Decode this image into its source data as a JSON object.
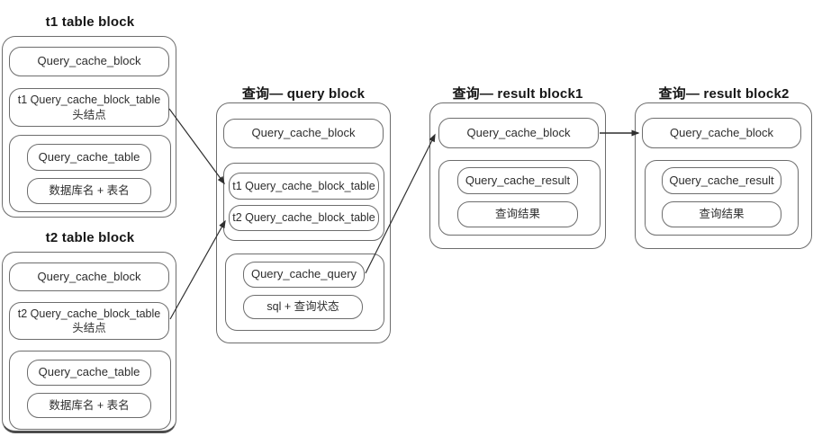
{
  "colors": {
    "background": "#ffffff",
    "border": "#6d6d6d",
    "arrow": "#2f2f2f",
    "text": "#2d2d2d",
    "title": "#161616"
  },
  "t1_block": {
    "title": "t1 table block",
    "query_cache_block": "Query_cache_block",
    "block_table_line1": "t1 Query_cache_block_table",
    "block_table_line2": "头结点",
    "query_cache_table": "Query_cache_table",
    "db_and_table_name": "数据库名 + 表名"
  },
  "t2_block": {
    "title": "t2 table block",
    "query_cache_block": "Query_cache_block",
    "block_table_line1": "t2 Query_cache_block_table",
    "block_table_line2": "头结点",
    "query_cache_table": "Query_cache_table",
    "db_and_table_name": "数据库名 + 表名"
  },
  "query_block": {
    "title": "查询— query block",
    "query_cache_block": "Query_cache_block",
    "t1_block_table": "t1 Query_cache_block_table",
    "t2_block_table": "t2 Query_cache_block_table",
    "query_cache_query": "Query_cache_query",
    "sql_and_status": "sql + 查询状态"
  },
  "result_block1": {
    "title": "查询— result block1",
    "query_cache_block": "Query_cache_block",
    "query_cache_result": "Query_cache_result",
    "query_result": "查询结果"
  },
  "result_block2": {
    "title": "查询— result block2",
    "query_cache_block": "Query_cache_block",
    "query_cache_result": "Query_cache_result",
    "query_result": "查询结果"
  }
}
